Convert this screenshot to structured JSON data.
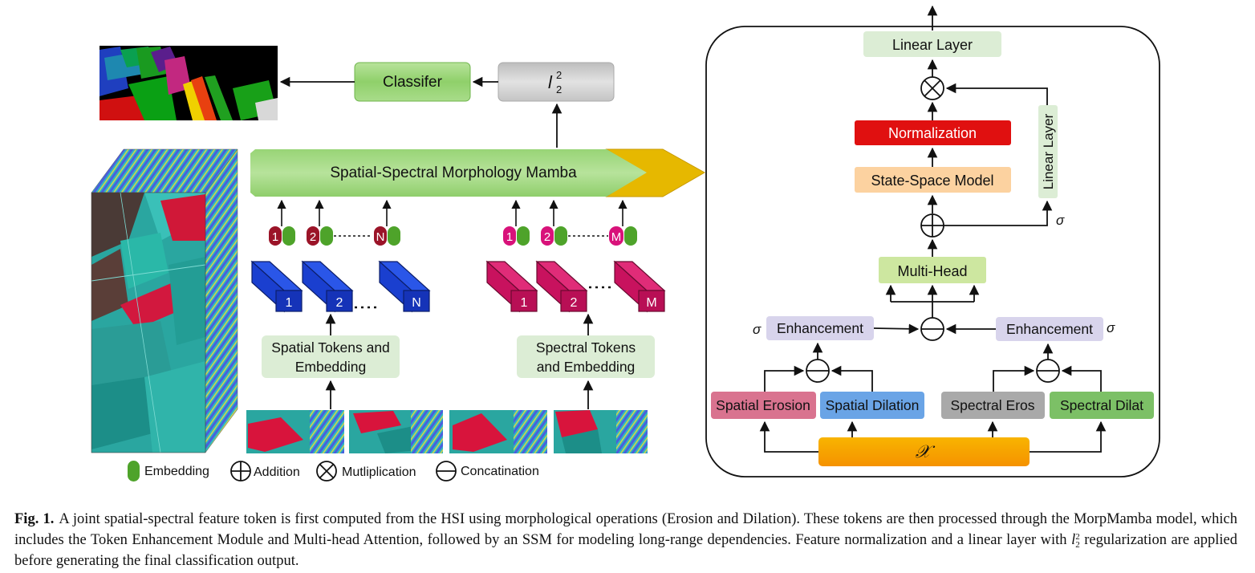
{
  "diagram": {
    "classifier_label": "Classifer",
    "l2_base": "l",
    "l2_sup": "2",
    "l2_sub": "2",
    "mamba_label": "Spatial-Spectral Morphology Mamba",
    "spatial_tokens_label_1": "Spatial Tokens and",
    "spatial_tokens_label_2": "Embedding",
    "spectral_tokens_label_1": "Spectral Tokens",
    "spectral_tokens_label_2": "and Embedding",
    "spatial_cube_labels": [
      "1",
      "2",
      "N"
    ],
    "spectral_cube_labels": [
      "1",
      "2",
      "M"
    ],
    "spatial_token_labels": [
      "1",
      "2",
      "N"
    ],
    "spectral_token_labels": [
      "1",
      "2",
      "M"
    ],
    "legend": {
      "embedding": "Embedding",
      "addition": "Addition",
      "multiplication": "Mutliplication",
      "concatination": "Concatination"
    },
    "block": {
      "linear_layer_top": "Linear Layer",
      "linear_layer_side": "Linear Layer",
      "normalization": "Normalization",
      "ssm": "State-Space Model",
      "multi_head": "Multi-Head",
      "enhancement_left": "Enhancement",
      "enhancement_right": "Enhancement",
      "sigma": "σ",
      "spatial_erosion": "Spatial Erosion",
      "spatial_dilation": "Spatial Dilation",
      "spectral_eros": "Spectral Eros",
      "spectral_dilat": "Spectral Dilat",
      "input_symbol": "𝒳"
    },
    "colors": {
      "green_box": "#9dd47f",
      "gray_box": "#c8c8c8",
      "mamba_green": "#8fd06a",
      "mamba_yellow": "#e6b800",
      "token_box": "#dcedd5",
      "blue_cube": "#1a3fcf",
      "pink_cube": "#c8125e",
      "dark_red_token": "#9b1428",
      "pink_token": "#d8127a",
      "embed_green": "#4ea32a",
      "normalization": "#e01010",
      "ssm": "#fcd2a0",
      "multi_head": "#cde7a0",
      "enhancement": "#d8d4ec",
      "spatial_erosion": "#d9738f",
      "spatial_dilation": "#6aa4e6",
      "spectral_eros": "#a9a9a9",
      "spectral_dilat": "#7cc066",
      "input_box": "#f7a100"
    }
  },
  "caption": {
    "fig_label": "Fig. 1.",
    "text_part1": "A joint spatial-spectral feature token is first computed from the HSI using morphological operations (Erosion and Dilation). These tokens are then processed through the MorpMamba model, which includes the Token Enhancement Module and Multi-head Attention, followed by an SSM for modeling long-range dependencies. Feature normalization and a linear layer with ",
    "l2_base": "l",
    "l2_sup": "2",
    "l2_sub": "2",
    "text_part2": " regularization are applied before generating the final classification output."
  }
}
